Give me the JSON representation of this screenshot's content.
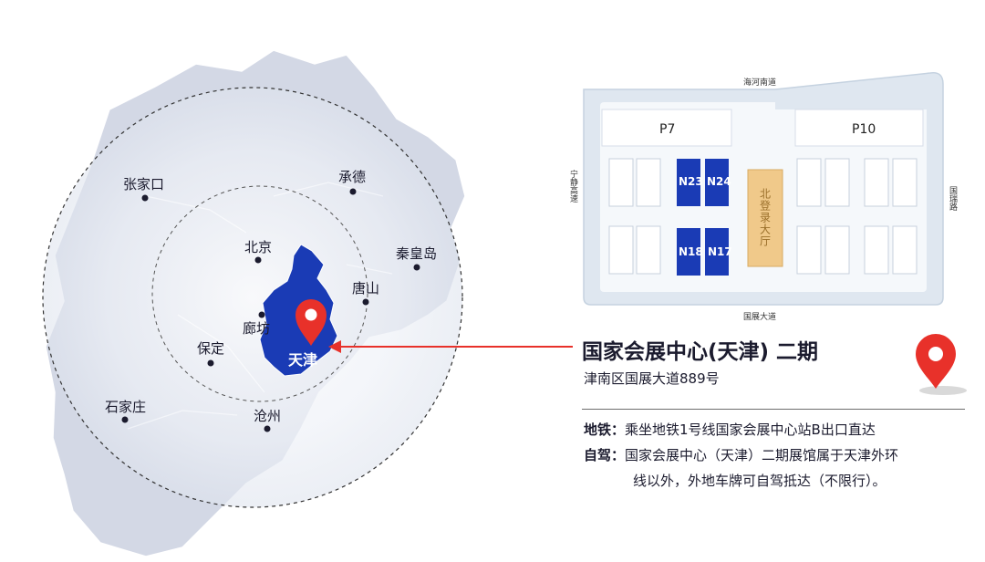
{
  "map": {
    "cities": {
      "zhangjiakou": "张家口",
      "chengde": "承德",
      "beijing": "北京",
      "qinhuangdao": "秦皇岛",
      "tangshan": "唐山",
      "langfang": "廊坊",
      "baoding": "保定",
      "tianjin": "天津",
      "shijiazhuang": "石家庄",
      "cangzhou": "沧州"
    },
    "colors": {
      "tianjin_region": "#1a3bb5",
      "pin": "#e8312a",
      "arrow": "#e8312a",
      "region_gray": "#d3d8e5"
    },
    "icons": [
      "location-pin-icon"
    ]
  },
  "venue_plan": {
    "roads": {
      "north": "海河南道",
      "south": "国展大道",
      "west": "宁静高速",
      "east": "国瑞路"
    },
    "parking": [
      "P7",
      "P10"
    ],
    "halls": [
      "N23",
      "N24",
      "N18",
      "N17"
    ],
    "lobby": "北登录大厅",
    "colors": {
      "hall": "#1a3bb5",
      "lobby": "#f0c98a",
      "building": "#dfe7f0"
    }
  },
  "venue": {
    "title": "国家会展中心(天津) 二期",
    "address": "津南区国展大道889号"
  },
  "transport": {
    "metro_label": "地铁：",
    "metro_text": "乘坐地铁1号线国家会展中心站B出口直达",
    "drive_label": "自驾：",
    "drive_text_line1": "国家会展中心（天津）二期展馆属于天津外环",
    "drive_text_line2": "线以外，外地车牌可自驾抵达（不限行）。"
  }
}
